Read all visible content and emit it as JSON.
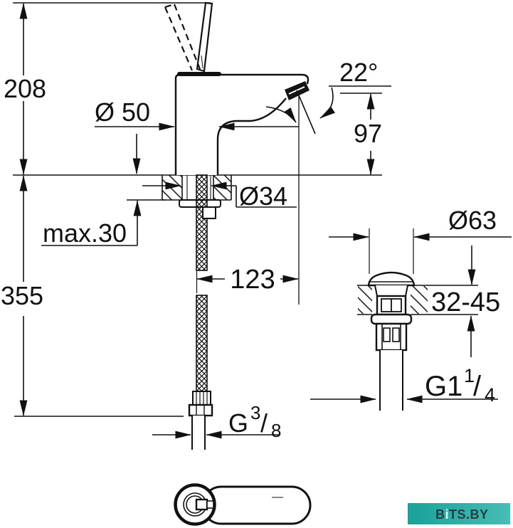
{
  "drawing": {
    "title": "faucet-installation-dimension-drawing",
    "labels": {
      "overall_height": "208",
      "hose_length": "355",
      "base_dia": "Ø 50",
      "spray_angle": "22°",
      "outlet_height": "97",
      "deck_thickness_max": "max.30",
      "hole_dia": "Ø34",
      "spout_reach": "123",
      "drain_cap_dia": "Ø63",
      "drain_deck_range": "32-45",
      "supply_thread": {
        "base": "G",
        "sup": "3",
        "slash": "/",
        "sub": "8"
      },
      "drain_thread": {
        "base": "G1",
        "sup": "1",
        "slash": "/",
        "sub": "4"
      }
    },
    "watermark": {
      "part1": "B",
      "part2": "i",
      "part3": "TS.BY"
    },
    "colors": {
      "line": "#111111",
      "wm_bg_start": "#18a19a",
      "wm_bg_end": "#47bdb5",
      "wm_dark": "#2a3b44",
      "wm_light": "#edf7f6"
    }
  }
}
